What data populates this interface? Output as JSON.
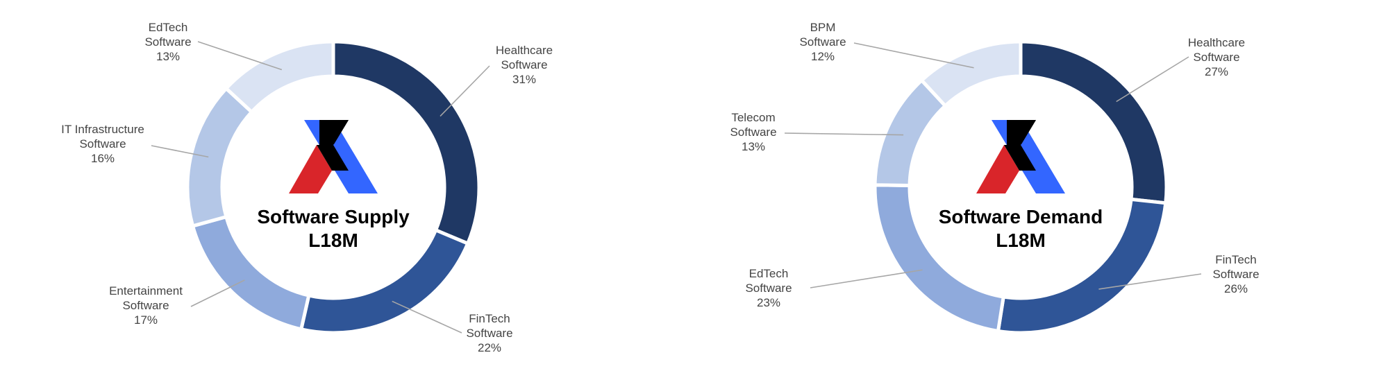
{
  "chart_data": [
    {
      "type": "pie",
      "variant": "donut",
      "center_title": [
        "Software Supply",
        "L18M"
      ],
      "slices": [
        {
          "name": "Healthcare",
          "line2": "Software",
          "value": 31,
          "label": "31%",
          "color": "#1f3864"
        },
        {
          "name": "FinTech",
          "line2": "Software",
          "value": 22,
          "label": "22%",
          "color": "#2f5597"
        },
        {
          "name": "Entertainment",
          "line2": "Software",
          "value": 17,
          "label": "17%",
          "color": "#8faadc"
        },
        {
          "name": "IT Infrastructure",
          "line2": "Software",
          "value": 16,
          "label": "16%",
          "color": "#b4c7e7"
        },
        {
          "name": "EdTech",
          "line2": "Software",
          "value": 13,
          "label": "13%",
          "color": "#dae3f3"
        }
      ]
    },
    {
      "type": "pie",
      "variant": "donut",
      "center_title": [
        "Software Demand",
        "L18M"
      ],
      "slices": [
        {
          "name": "Healthcare",
          "line2": "Software",
          "value": 27,
          "label": "27%",
          "color": "#1f3864"
        },
        {
          "name": "FinTech",
          "line2": "Software",
          "value": 26,
          "label": "26%",
          "color": "#2f5597"
        },
        {
          "name": "EdTech",
          "line2": "Software",
          "value": 23,
          "label": "23%",
          "color": "#8faadc"
        },
        {
          "name": "Telecom",
          "line2": "Software",
          "value": 13,
          "label": "13%",
          "color": "#b4c7e7"
        },
        {
          "name": "BPM",
          "line2": "Software",
          "value": 12,
          "label": "12%",
          "color": "#dae3f3"
        }
      ]
    }
  ],
  "logo": {
    "colors": {
      "blue": "#3366ff",
      "red": "#d9252a",
      "black": "#000000"
    }
  }
}
